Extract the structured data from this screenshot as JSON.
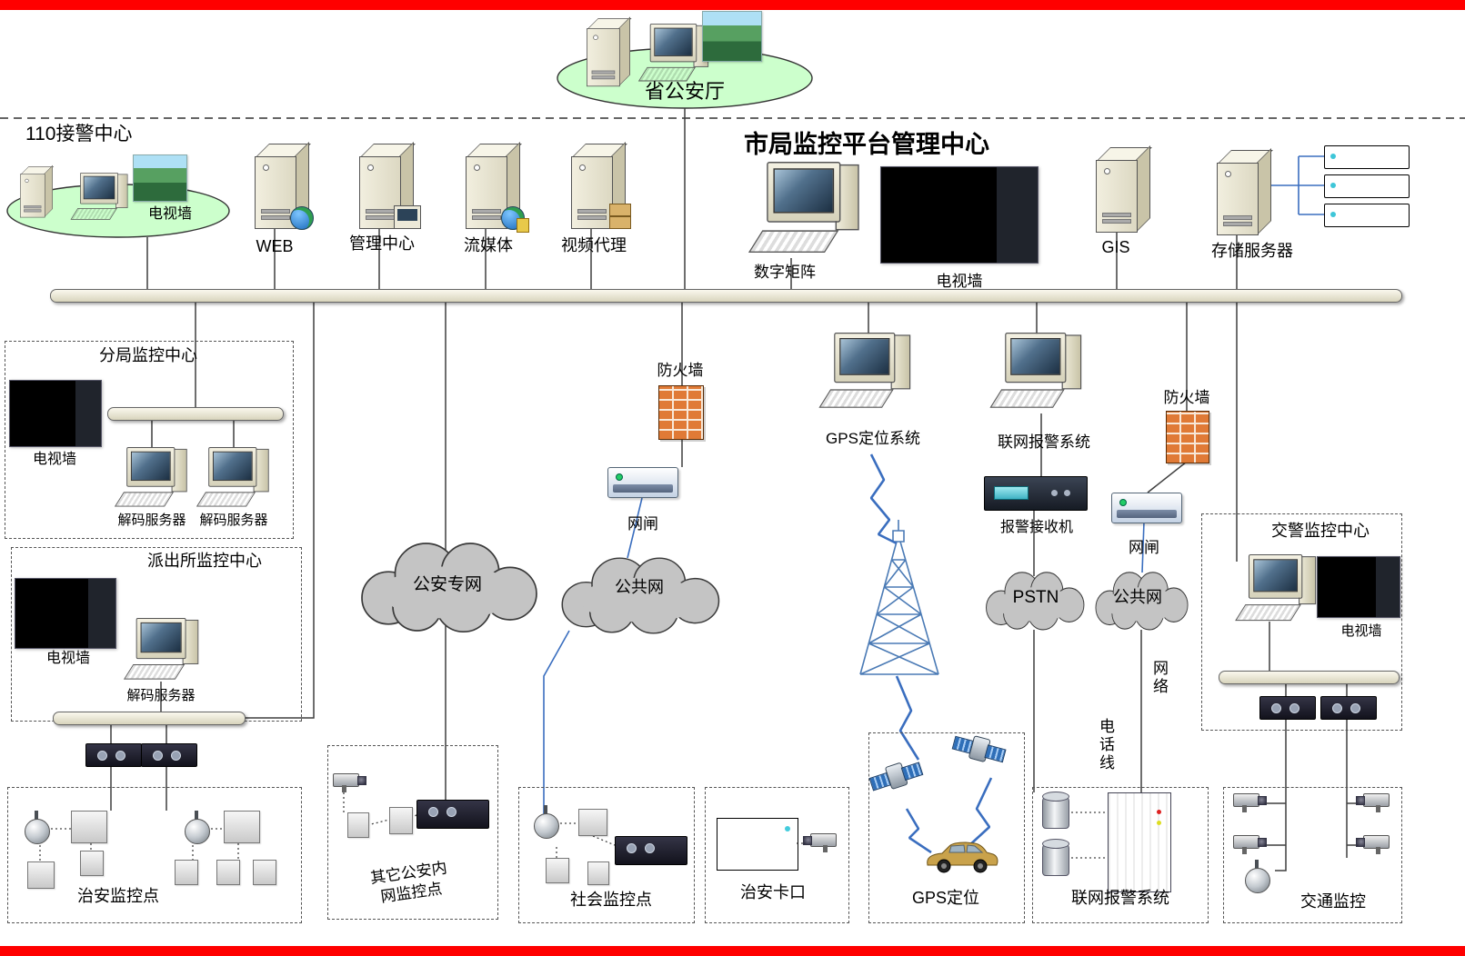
{
  "top": {
    "province": "省公安厅",
    "center110": "110接警中心",
    "tvwall110": "电视墙",
    "web": "WEB",
    "mgmt": "管理中心",
    "stream": "流媒体",
    "proxy": "视频代理",
    "city_title": "市局监控平台管理中心",
    "matrix": "数字矩阵",
    "tvwall_city": "电视墙",
    "gis": "GIS",
    "storage": "存储服务器"
  },
  "mid": {
    "branch_title": "分局监控中心",
    "branch_tvwall": "电视墙",
    "decode1": "解码服务器",
    "decode2": "解码服务器",
    "station_title": "派出所监控中心",
    "station_tvwall": "电视墙",
    "station_decode": "解码服务器",
    "firewall1": "防火墙",
    "gateway1": "网闸",
    "cloud_police": "公安专网",
    "cloud_public1": "公共网",
    "gps_system": "GPS定位系统",
    "alarm_system": "联网报警系统",
    "firewall2": "防火墙",
    "receiver": "报警接收机",
    "gateway2": "网闸",
    "cloud_pstn": "PSTN",
    "cloud_public2": "公共网",
    "traffic_title": "交警监控中心",
    "traffic_tvwall": "电视墙",
    "network": "网络",
    "phoneline": "电话线"
  },
  "bottom": {
    "security_point": "治安监控点",
    "other_point_1": "其它公安内",
    "other_point_2": "网监控点",
    "social_point": "社会监控点",
    "checkpoint": "治安卡口",
    "gps_loc": "GPS定位",
    "alarm2": "联网报警系统",
    "traffic_mon": "交通监控"
  },
  "colors": {
    "accent_red": "#ff0000",
    "ellipse_green": "#ccffcc",
    "cloud_gray": "#c4c4c4",
    "firewall_orange": "#e07a36",
    "line_blue": "#3a6ebf"
  }
}
